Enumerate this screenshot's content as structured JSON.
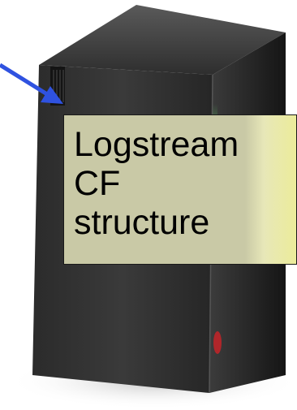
{
  "callout": {
    "lines": [
      "Logstream",
      "CF",
      "structure"
    ]
  },
  "icons": {
    "server": "server-tower-icon",
    "pointer": "arrow-right-icon"
  },
  "colors": {
    "callout_fill": "#c9c9a6",
    "callout_border": "#1a1a1a",
    "arrow": "#2f52e0",
    "server_body": "#1c1c1c",
    "activity_light": "#5fd86a",
    "power_light": "#b0262a"
  }
}
